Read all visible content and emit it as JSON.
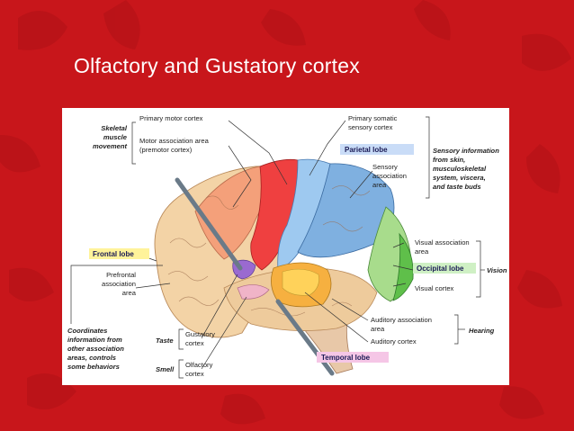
{
  "slide": {
    "title": "Olfactory and Gustatory cortex",
    "colors": {
      "background": "#c8161b",
      "title_text": "#ffffff",
      "frontal_box": "#fff39a",
      "parietal_box": "#c9dcf7",
      "occipital_box": "#cff0c4",
      "temporal_box": "#f5c6e6"
    }
  },
  "diagram": {
    "lobes": {
      "frontal": "Frontal lobe",
      "parietal": "Parietal lobe",
      "occipital": "Occipital lobe",
      "temporal": "Temporal lobe"
    },
    "labels": {
      "primary_motor": "Primary motor cortex",
      "motor_assoc_1": "Motor association area",
      "motor_assoc_2": "(premotor cortex)",
      "primary_somatic_1": "Primary somatic",
      "primary_somatic_2": "sensory cortex",
      "sensory_assoc_1": "Sensory",
      "sensory_assoc_2": "association",
      "sensory_assoc_3": "area",
      "prefrontal_1": "Prefrontal",
      "prefrontal_2": "association",
      "prefrontal_3": "area",
      "visual_assoc_1": "Visual association",
      "visual_assoc_2": "area",
      "visual_cortex": "Visual cortex",
      "auditory_assoc_1": "Auditory association",
      "auditory_assoc_2": "area",
      "auditory_cortex": "Auditory cortex",
      "gustatory_1": "Gustatory",
      "gustatory_2": "cortex",
      "olfactory_1": "Olfactory",
      "olfactory_2": "cortex"
    },
    "functions": {
      "skeletal_1": "Skeletal",
      "skeletal_2": "muscle",
      "skeletal_3": "movement",
      "sensory_info_1": "Sensory information",
      "sensory_info_2": "from skin,",
      "sensory_info_3": "musculoskeletal",
      "sensory_info_4": "system, viscera,",
      "sensory_info_5": "and taste buds",
      "vision": "Vision",
      "hearing": "Hearing",
      "coordinates_1": "Coordinates",
      "coordinates_2": "information from",
      "coordinates_3": "other association",
      "coordinates_4": "areas, controls",
      "coordinates_5": "some behaviors",
      "taste": "Taste",
      "smell": "Smell"
    }
  }
}
